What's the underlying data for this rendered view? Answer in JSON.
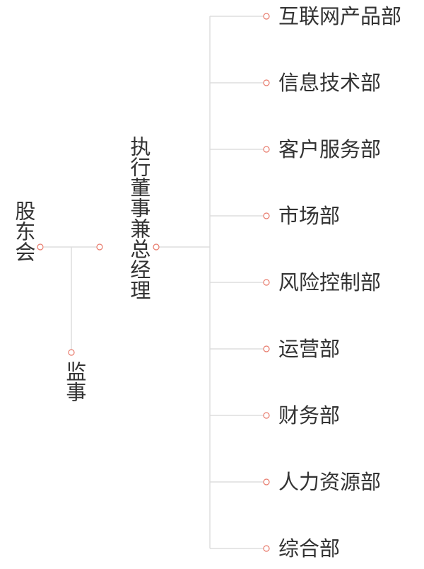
{
  "org": {
    "root": "股东会",
    "supervisor": "监事",
    "executive": "执行董事兼总经理",
    "departments": [
      "互联网产品部",
      "信息技术部",
      "客户服务部",
      "市场部",
      "风险控制部",
      "运营部",
      "财务部",
      "人力资源部",
      "综合部"
    ]
  },
  "colors": {
    "line": "#dddddd",
    "node_ring": "#e8796a",
    "text": "#333333"
  }
}
